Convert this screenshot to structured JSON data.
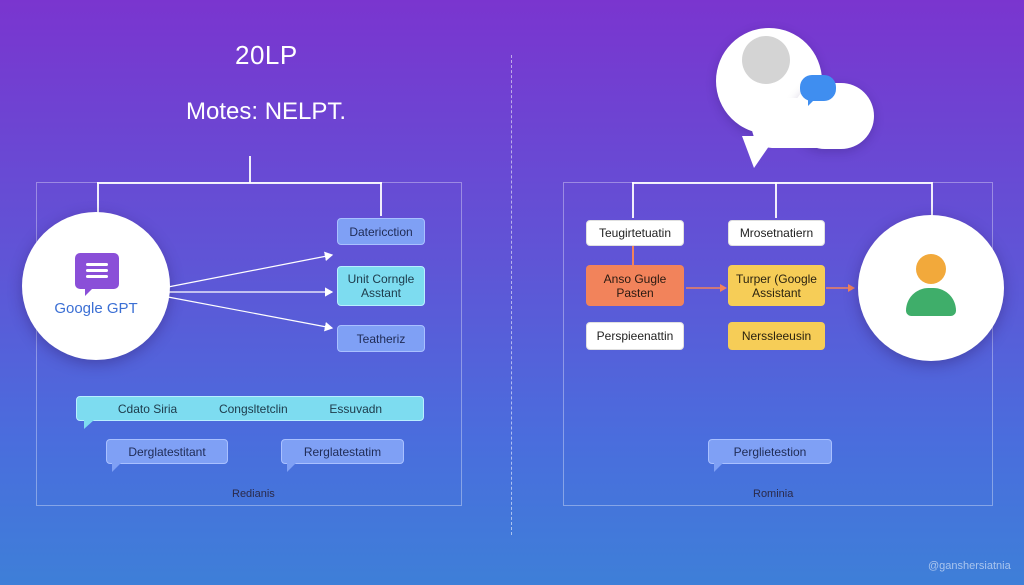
{
  "header": {
    "title": "20LP",
    "subtitle": "Motes: NELPT."
  },
  "left": {
    "hub_label": "Google GPT",
    "right_boxes": [
      "Datericction",
      "Unit Corngle\nAsstant",
      "Teatheriz"
    ],
    "bar_items": [
      "Cdato Siria",
      "Congsltetclin",
      "Essuvadn"
    ],
    "bottom_bubbles": [
      "Derglatestitant",
      "Rerglatestatim"
    ],
    "caption": "Redianis"
  },
  "right": {
    "col1": [
      "Teugirtetuatin",
      "Anso Gugle\nPasten",
      "Perspieenattin"
    ],
    "col2": [
      "Mrosetnatiern",
      "Turper (Google\nAssistant",
      "Nerssleeusin"
    ],
    "bottom_bubble": "Perglietestion",
    "caption": "Rominia"
  },
  "watermark": "@ganshersiatnia",
  "colors": {
    "accent_purple": "#7a35cf",
    "accent_blue": "#3e7fd8",
    "box_blue": "#7fa0f5",
    "box_cyan": "#7ddcf0",
    "box_orange": "#f2835b",
    "box_yellow": "#f6cd57",
    "avatar_head": "#f2a93b",
    "avatar_body": "#3fae6a"
  },
  "icons": {
    "chat": "chat-icon",
    "person": "person-icon",
    "speech_bubble": "speech-bubble-icon"
  }
}
